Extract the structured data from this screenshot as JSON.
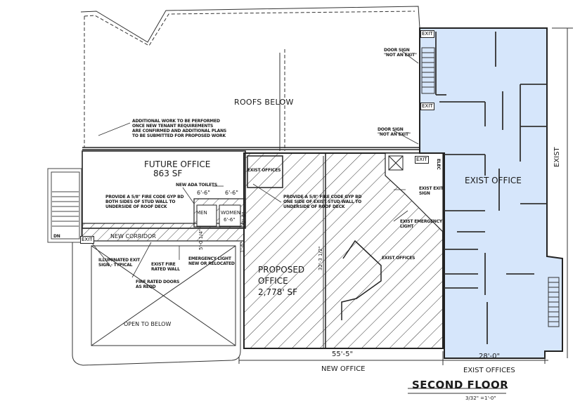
{
  "drawing": {
    "title": "SECOND FLOOR",
    "scale": "3/32\" =1'-0\"",
    "colors": {
      "existing_fill": "#d6e6fb",
      "line": "#222222",
      "hatch": "#333333",
      "background": "#ffffff"
    }
  },
  "rooms": {
    "roofs_below": "ROOFS BELOW",
    "future_office": {
      "name": "FUTURE OFFICE",
      "area": "863 SF"
    },
    "proposed_office": {
      "line1": "PROPOSED",
      "line2": "OFFICE",
      "area": "2,778' SF"
    },
    "exist_office": "EXIST OFFICE",
    "open_to_below": "OPEN TO BELOW",
    "new_corridor": "NEW CORRIDOR",
    "men": "MEN",
    "women": "WOMEN",
    "exist_offices_a": "EXIST OFFICES",
    "exist_offices_b": "EXIST OFFICES",
    "elec": "ELEC"
  },
  "notes": {
    "additional_work": "ADDITIONAL WORK TO BE PERFORMED\nONCE NEW TENANT REQUIREMENTS\nARE CONFIRMED AND ADDITIONAL PLANS\nTO BE SUBMITTED FOR PROPOSED WORK",
    "fire_gyp_both": "PROVIDE A 5/8\" FIRE CODE GYP BD\nBOTH SIDES OF STUD WALL TO\nUNDERSIDE OF ROOF DECK",
    "fire_gyp_one": "PROVIDE A 5/8\" FIRE CODE GYP BD\nONE SIDE OF EXIST STUD WALL TO\nUNDERSIDE OF ROOF DECK",
    "new_ada_toilets": "NEW ADA TOILETS",
    "illuminated_exit": "ILLUMINATED EXIT\nSIGN - TYPICAL",
    "exist_fire_wall": "EXIST FIRE\nRATED WALL",
    "fire_doors": "FIRE RATED DOORS\nAS REQD",
    "emergency_light": "EMERGENCY LIGHT\nNEW OR RELOCATED",
    "door_sign_1": "DOOR SIGN\n\"NOT AN EXIT\"",
    "door_sign_2": "DOOR SIGN\n\"NOT AN EXIT\"",
    "exist_exit_sign": "EXIST EXIT\nSIGN",
    "exist_emergency_light": "EXIST EMERGENCY\nLIGHT",
    "dn": "DN",
    "exit": "EXIT"
  },
  "dimensions": {
    "toilet_left": "6'-6\"",
    "toilet_right": "6'-6\"",
    "women_depth": "7'-6\"",
    "corridor_v": "1'-6\"",
    "corridor_w": "5'-0 1/4\"",
    "women_small": "6'-6\"",
    "proposed_height": "32'-3 1/2\"",
    "new_office_width": "55'-5\"",
    "exist_width": "28'-0\"",
    "exist_side": "EXIST",
    "new_office_label": "NEW OFFICE",
    "exist_offices_label": "EXIST OFFICES"
  }
}
